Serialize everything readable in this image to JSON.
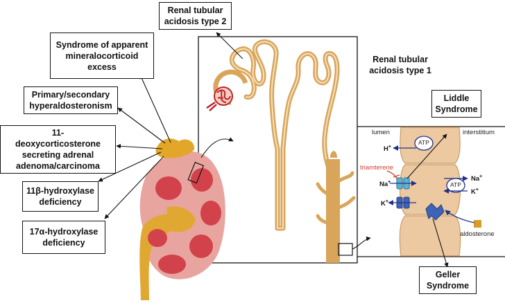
{
  "callouts": {
    "rta2": [
      "Renal tubular",
      "acidosis type 2"
    ],
    "ame": [
      "Syndrome of apparent",
      "mineralocorticoid",
      "excess"
    ],
    "hyperaldo": [
      "Primary/secondary",
      "hyperaldosteronism"
    ],
    "doc": [
      "11-",
      "deoxycorticosterone",
      "secreting adrenal",
      "adenoma/carcinoma"
    ],
    "hydrox11": [
      "11β-hydroxylase",
      "deficiency"
    ],
    "hydrox17": [
      "17α-hydroxylase",
      "deficiency"
    ],
    "rta1": [
      "Renal tubular",
      "acidosis type 1"
    ],
    "liddle": [
      "Liddle",
      "Syndrome"
    ],
    "geller": [
      "Geller",
      "Syndrome"
    ]
  },
  "cell": {
    "lumen": "lumen",
    "interstitium": "interstitium",
    "atp_label": "ATP",
    "h_ion": "H",
    "na_ion": "Na",
    "k_ion": "K",
    "plus": "+",
    "drug": "triamterene",
    "hormone": "aldosterone"
  },
  "colors": {
    "tubule": "#d9a55a",
    "adrenal": "#e2a628",
    "kidney_cortex": "#e8a5a0",
    "pyramid": "#d2424a",
    "cell": "#ecc9a0",
    "channel_cyan": "#5ab4d8",
    "channel_blue": "#3f63b7",
    "drug": "#d04030",
    "aldosterone": "#d89a28"
  }
}
